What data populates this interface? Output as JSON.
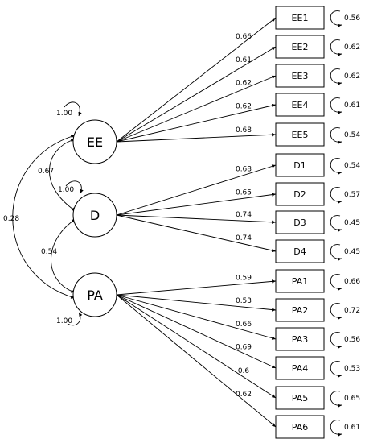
{
  "diagram": {
    "latent_factors": [
      {
        "id": "EE",
        "label": "EE",
        "variance": "1.00"
      },
      {
        "id": "D",
        "label": "D",
        "variance": "1.00"
      },
      {
        "id": "PA",
        "label": "PA",
        "variance": "1.00"
      }
    ],
    "indicators": [
      {
        "label": "EE1",
        "factor": "EE",
        "loading": "0.66",
        "error": "0.56"
      },
      {
        "label": "EE2",
        "factor": "EE",
        "loading": "0.61",
        "error": "0.62"
      },
      {
        "label": "EE3",
        "factor": "EE",
        "loading": "0.62",
        "error": "0.62"
      },
      {
        "label": "EE4",
        "factor": "EE",
        "loading": "0.62",
        "error": "0.61"
      },
      {
        "label": "EE5",
        "factor": "EE",
        "loading": "0.68",
        "error": "0.54"
      },
      {
        "label": "D1",
        "factor": "D",
        "loading": "0.68",
        "error": "0.54"
      },
      {
        "label": "D2",
        "factor": "D",
        "loading": "0.65",
        "error": "0.57"
      },
      {
        "label": "D3",
        "factor": "D",
        "loading": "0.74",
        "error": "0.45"
      },
      {
        "label": "D4",
        "factor": "D",
        "loading": "0.74",
        "error": "0.45"
      },
      {
        "label": "PA1",
        "factor": "PA",
        "loading": "0.59",
        "error": "0.66"
      },
      {
        "label": "PA2",
        "factor": "PA",
        "loading": "0.53",
        "error": "0.72"
      },
      {
        "label": "PA3",
        "factor": "PA",
        "loading": "0.66",
        "error": "0.56"
      },
      {
        "label": "PA4",
        "factor": "PA",
        "loading": "0.69",
        "error": "0.53"
      },
      {
        "label": "PA5",
        "factor": "PA",
        "loading": "0.6",
        "error": "0.65"
      },
      {
        "label": "PA6",
        "factor": "PA",
        "loading": "0.62",
        "error": "0.61"
      }
    ],
    "correlations": [
      {
        "from": "EE",
        "to": "D",
        "value": "0.67"
      },
      {
        "from": "D",
        "to": "PA",
        "value": "0.54"
      },
      {
        "from": "EE",
        "to": "PA",
        "value": "0.28"
      }
    ]
  }
}
